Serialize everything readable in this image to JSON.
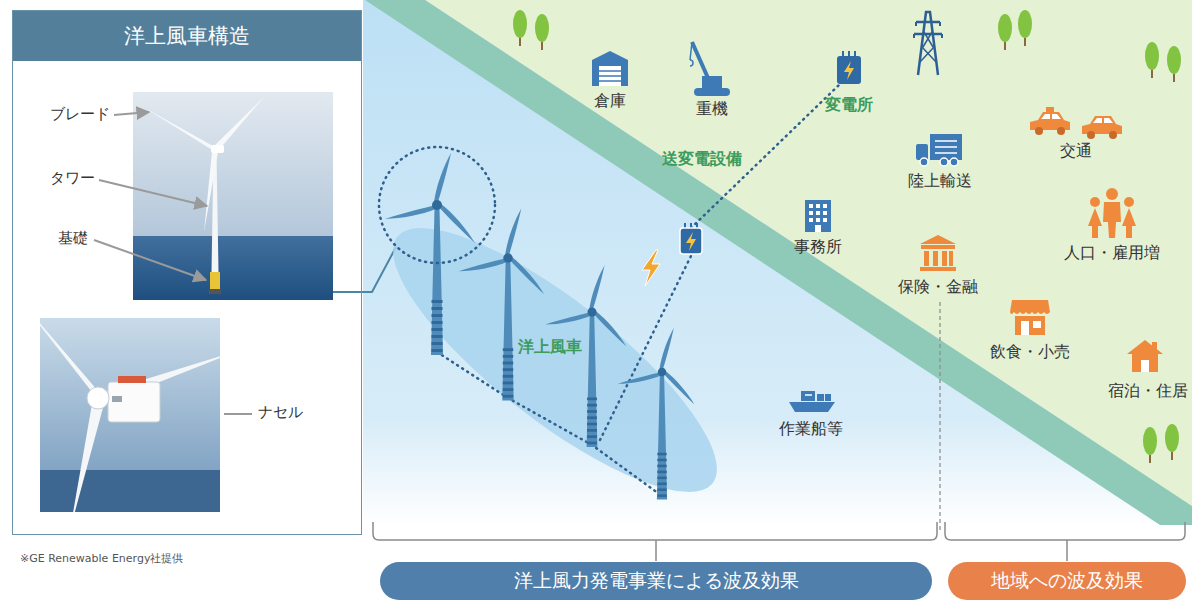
{
  "diagram": {
    "nodes": [
      {
        "text": [
          "洋上風車構造"
        ]
      },
      {
        "text": [
          "洋上風力発電事業による波及効果"
        ]
      },
      {
        "text": [
          "地域への波及効果"
        ]
      }
    ],
    "labels": [
      "ブレード",
      "タワー",
      "基礎",
      "ナセル",
      "※GE Renewable Energy社提供",
      "倉庫",
      "重機",
      "変電所",
      "送変電設備",
      "陸上輸送",
      "交通",
      "事務所",
      "人口・雇用増",
      "保険・金融",
      "飲食・小売",
      "宿泊・住居",
      "洋上風車",
      "作業船等"
    ]
  }
}
